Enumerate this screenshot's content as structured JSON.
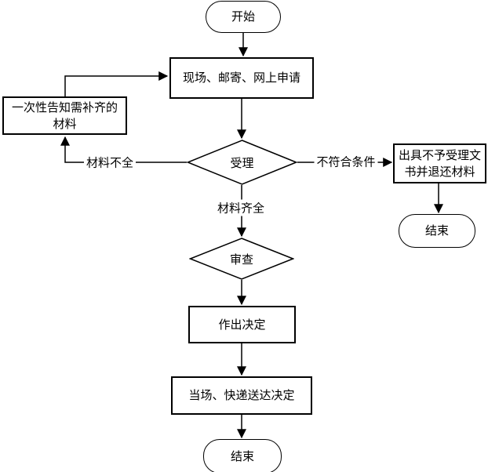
{
  "diagram": {
    "type": "flowchart",
    "background_color": "#ffffff",
    "stroke_color": "#000000",
    "text_color": "#000000",
    "nodes": [
      {
        "id": "start",
        "type": "terminator",
        "label": "开始"
      },
      {
        "id": "apply",
        "type": "process",
        "label": "现场、邮寄、网上申请"
      },
      {
        "id": "notify",
        "type": "process",
        "label": "一次性告知需补齐的材料"
      },
      {
        "id": "accept",
        "type": "decision",
        "label": "受理"
      },
      {
        "id": "reject",
        "type": "process",
        "label": "出具不予受理文书并退还材料"
      },
      {
        "id": "end_right",
        "type": "terminator",
        "label": "结束"
      },
      {
        "id": "review",
        "type": "decision",
        "label": "审查"
      },
      {
        "id": "decision",
        "type": "process",
        "label": "作出决定"
      },
      {
        "id": "deliver",
        "type": "process",
        "label": "当场、快递送达决定"
      },
      {
        "id": "end_bottom",
        "type": "terminator",
        "label": "结束"
      }
    ],
    "edges": [
      {
        "from": "start",
        "to": "apply",
        "label": ""
      },
      {
        "from": "apply",
        "to": "accept",
        "label": ""
      },
      {
        "from": "accept",
        "to": "review",
        "label": "材料齐全"
      },
      {
        "from": "accept",
        "to": "notify",
        "label": "材料不全"
      },
      {
        "from": "accept",
        "to": "reject",
        "label": "不符合条件"
      },
      {
        "from": "notify",
        "to": "apply",
        "label": ""
      },
      {
        "from": "review",
        "to": "decision",
        "label": ""
      },
      {
        "from": "decision",
        "to": "deliver",
        "label": ""
      },
      {
        "from": "deliver",
        "to": "end_bottom",
        "label": ""
      },
      {
        "from": "reject",
        "to": "end_right",
        "label": ""
      }
    ]
  }
}
